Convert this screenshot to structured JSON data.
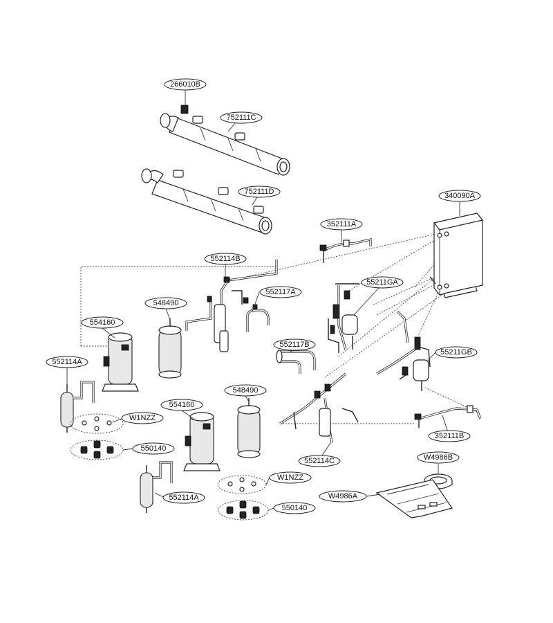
{
  "labels": {
    "l266010B": "266010B",
    "l752111C": "752111C",
    "l752111D": "752111D",
    "l352111A": "352111A",
    "l340090A": "340090A",
    "l552114B": "552114B",
    "l552117A": "552117A",
    "l548490_upper": "548490",
    "l55211GA": "55211GA",
    "l554160_upper": "554160",
    "l552117B": "552117B",
    "l552114A_upper": "552114A",
    "l55211GB": "55211GB",
    "l548490_lower": "548490",
    "l554160_lower": "554160",
    "lW1NZZ_upper": "W1NZZ",
    "l352111B": "352111B",
    "l550140_upper": "550140",
    "l552114C": "552114C",
    "lW4986B": "W4986B",
    "lW1NZZ_lower": "W1NZZ",
    "lW4986A": "W4986A",
    "l552114A_lower": "552114A",
    "l550140_lower": "550140"
  }
}
